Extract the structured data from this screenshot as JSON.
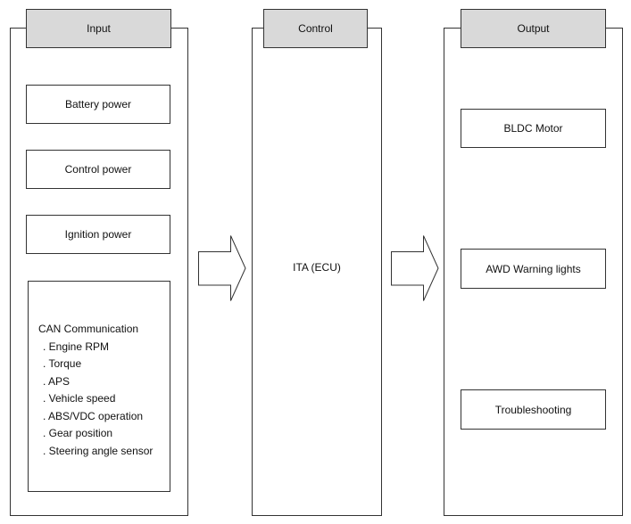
{
  "input": {
    "header": "Input",
    "items": [
      "Battery power",
      "Control power",
      "Ignition power"
    ],
    "can": {
      "title": "CAN Communication",
      "items": [
        ". Engine RPM",
        ". Torque",
        ". APS",
        ". Vehicle speed",
        ". ABS/VDC operation",
        ". Gear position",
        ". Steering angle sensor"
      ]
    }
  },
  "control": {
    "header": "Control",
    "label": "ITA (ECU)"
  },
  "output": {
    "header": "Output",
    "items": [
      "BLDC Motor",
      "AWD Warning lights",
      "Troubleshooting"
    ]
  },
  "colors": {
    "header_fill": "#d9d9d9",
    "stroke": "#333333"
  }
}
